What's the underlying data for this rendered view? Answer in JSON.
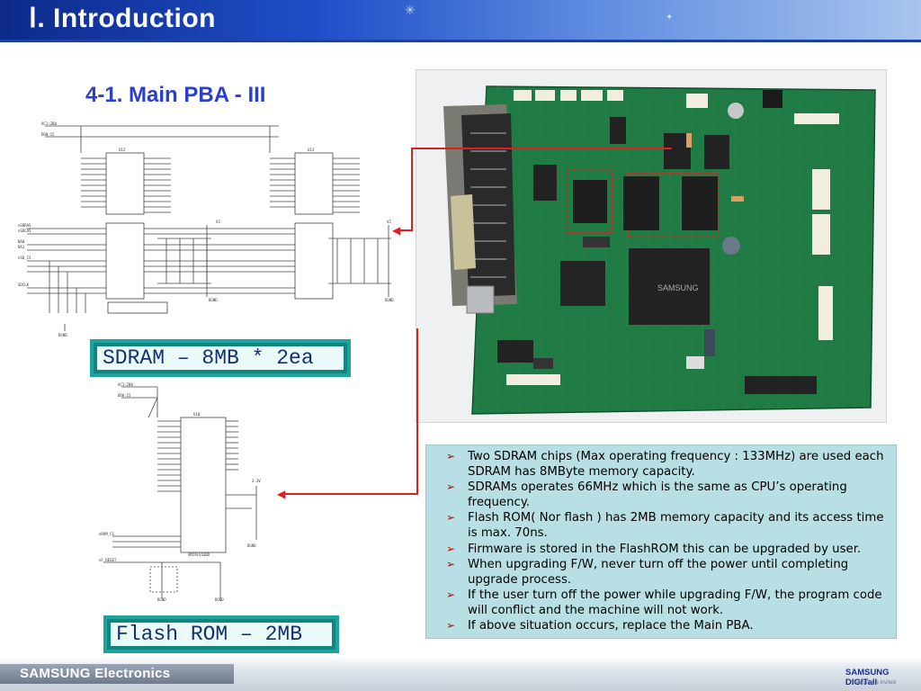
{
  "header": {
    "title": "Ⅰ. Introduction"
  },
  "subtitle": "4-1. Main PBA - III",
  "sdram_label": "SDRAM – 8MB * 2ea",
  "flash_label": "Flash ROM – 2MB",
  "info": {
    "items": [
      "Two SDRAM chips (Max operating frequency : 133MHz) are used each SDRAM has 8MByte memory capacity.",
      "SDRAMs operates 66MHz which is the same as CPU’s operating frequency.",
      "Flash ROM( Nor flash ) has 2MB memory capacity and its access time is max. 70ns.",
      "Firmware is stored in the FlashROM this can be upgraded by user.",
      "When upgrading F/W, never turn off the power until completing upgrade process.",
      "If the user turn off the power while upgrading F/W, the program code will conflict and the machine will not work.",
      "If above situation occurs, replace the Main PBA."
    ]
  },
  "footer": {
    "brand": "SAMSUNG Electronics",
    "logo": "SAMSUNG DIGITall",
    "logo_sub": "everyone's invited"
  },
  "colors": {
    "header": "#1f4fc9",
    "subtitle": "#2a3fd0",
    "label_box": "#11867f",
    "info_bg": "#b8dfe3",
    "connector": "#e02020"
  }
}
